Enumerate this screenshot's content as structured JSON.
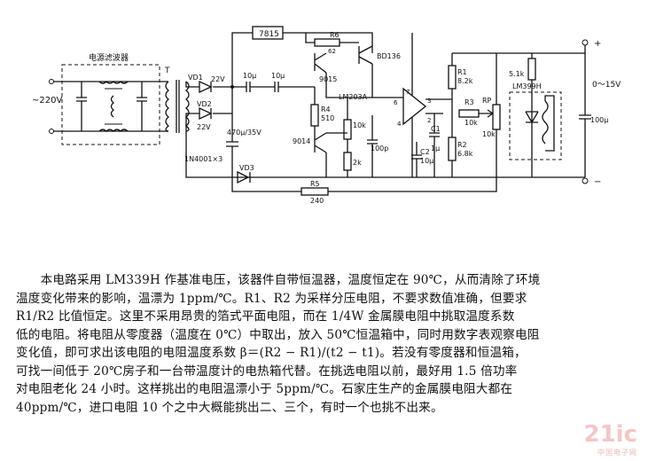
{
  "schematic": {
    "labels": {
      "filter": "电源滤波器",
      "mains": "~220V",
      "transformer": "T",
      "vd1": "VD1",
      "vd2": "VD2",
      "v22a": "22V",
      "v22b": "22V",
      "diodes": "1N4001×3",
      "vd3": "VD3",
      "c470": "470μ/35V",
      "c10a": "10μ",
      "c10b": "10μ",
      "reg": "7815",
      "r6": "R6",
      "r6v": "62",
      "bd136": "BD136",
      "q9015": "9015",
      "q9014": "9014",
      "r4": "R4",
      "r4v": "510",
      "r10k": "10k",
      "r2k": "2k",
      "c100p": "100p",
      "c2": "C2",
      "c2v": "10μ",
      "c1": "C1",
      "c1v": "1μ",
      "opamp": "LM203A",
      "pin7": "7",
      "pin6": "6",
      "pin3": "3",
      "pin2": "2",
      "pin4": "4",
      "r5": "R5",
      "r5v": "240",
      "r1": "R1",
      "r1v": "8.2k",
      "r2": "R2",
      "r2v": "6.8k",
      "r3": "R3",
      "r3v": "10k",
      "rp": "RP",
      "rpv": "10k",
      "r51": "5.1k",
      "lm399": "LM399H",
      "out": "0～15V",
      "c100u": "100μ",
      "plus": "+",
      "minus": "−"
    }
  },
  "text": {
    "lines": [
      "　　本电路采用 LM339H 作基准电压，该器件自带恒温器，温度恒定在 90℃，从而清除了环境",
      "温度变化带来的影响，温漂为 1ppm/℃。R1、R2 为采样分压电阻，不要求数值准确，但要求",
      "R1/R2 比值恒定。这里不采用昂贵的箔式平面电阻，而在 1/4W 金属膜电阻中挑取温度系数",
      "低的电阻。将电阻从零度器（温度在 0℃）中取出，放入 50℃恒温箱中，同时用数字表观察电阻",
      "变化值，即可求出该电阻的电阻温度系数 β＝(R2 − R1)/(t2 − t1)。若没有零度器和恒温箱，",
      "可找一间低于 20℃房子和一台带温度计的电热箱代替。在挑选电阻以前，最好用 1.5 倍功率",
      "对电阻老化 24 小时。这样挑出的电阻温漂小于 5ppm/℃。石家庄生产的金属膜电阻大都在",
      "40ppm/℃，进口电阻 10 个之中大概能挑出二、三个，有时一个也挑不出来。"
    ]
  },
  "watermark": {
    "main": "21ic",
    "sub": "中国电子网"
  }
}
